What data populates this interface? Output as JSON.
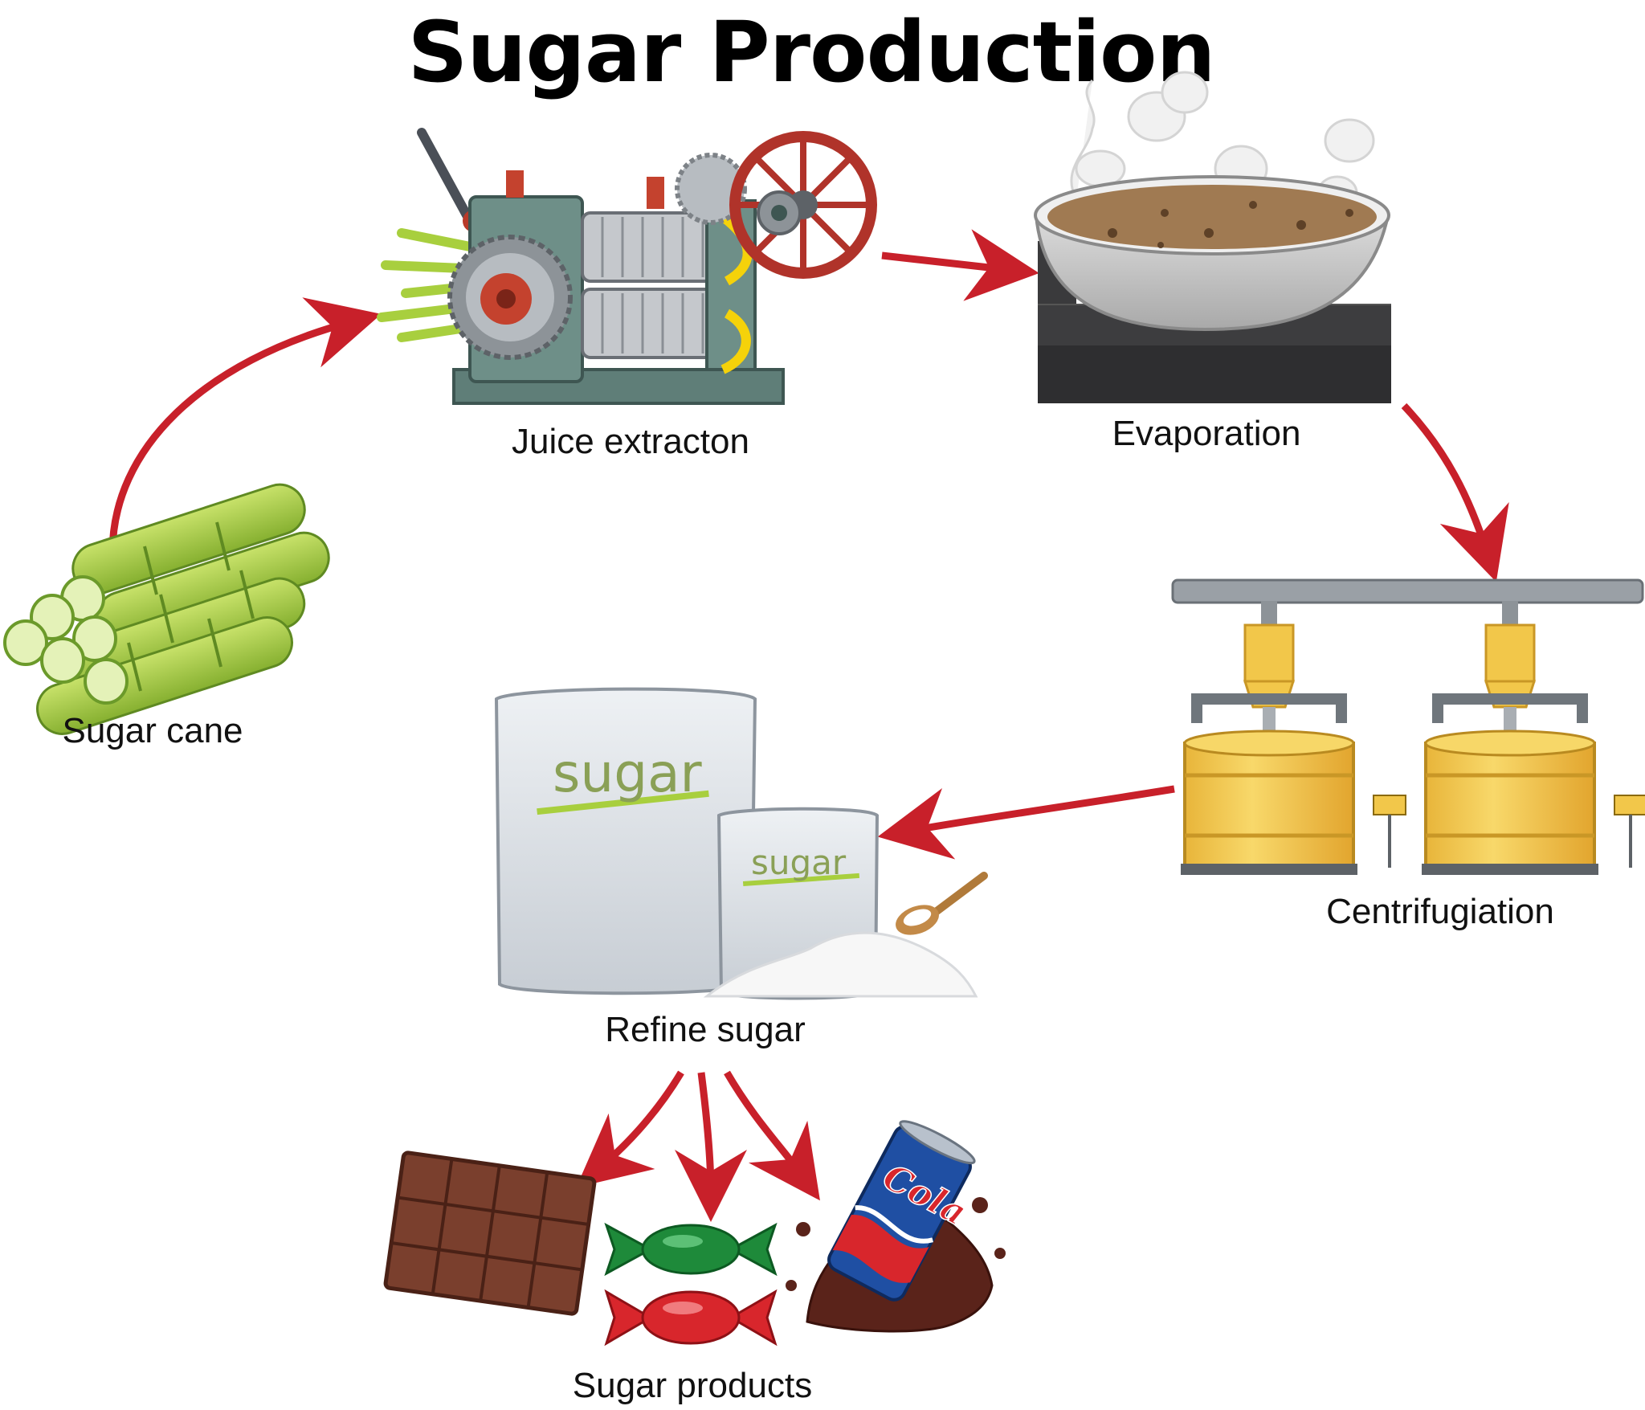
{
  "title": "Sugar Production",
  "steps": [
    {
      "id": "sugar-cane",
      "label": "Sugar cane"
    },
    {
      "id": "juice-extraction",
      "label": "Juice extracton"
    },
    {
      "id": "evaporation",
      "label": "Evaporation"
    },
    {
      "id": "centrifugation",
      "label": "Centrifugiation"
    },
    {
      "id": "refine-sugar",
      "label": "Refine sugar"
    },
    {
      "id": "sugar-products",
      "label": "Sugar products"
    }
  ],
  "bag_text": "sugar",
  "can_text": "Cola",
  "colors": {
    "arrow": "#c8202a",
    "cane": "#9cc43a",
    "bowl": "#c9c9c9",
    "liquid": "#a07a52",
    "drum": "#f2c74a",
    "bag": "#dfe3e8",
    "chocolate": "#7a3f2d",
    "candy_green": "#1e8a3a",
    "candy_red": "#d8262c"
  },
  "icons": [
    "sugar-cane-icon",
    "juice-press-icon",
    "boiling-bowl-icon",
    "centrifuge-icon",
    "sugar-bag-icon",
    "chocolate-bar-icon",
    "candy-icon",
    "cola-can-icon"
  ]
}
